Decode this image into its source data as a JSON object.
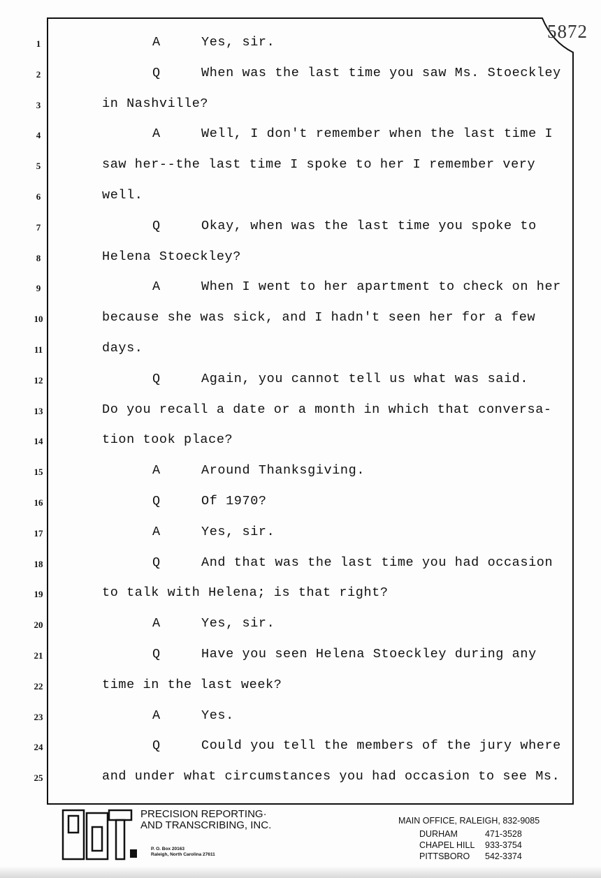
{
  "page_number": "5872",
  "lines": [
    {
      "n": "1",
      "speaker": "A",
      "text": "Yes, sir."
    },
    {
      "n": "2",
      "speaker": "Q",
      "text": "When was the last time you saw Ms. Stoeckley"
    },
    {
      "n": "3",
      "speaker": "",
      "text": "in Nashville?"
    },
    {
      "n": "4",
      "speaker": "A",
      "text": "Well, I don't remember when the last time I"
    },
    {
      "n": "5",
      "speaker": "",
      "text": "saw her--the last time I spoke to her I remember very"
    },
    {
      "n": "6",
      "speaker": "",
      "text": "well."
    },
    {
      "n": "7",
      "speaker": "Q",
      "text": "Okay, when was the last time you spoke to"
    },
    {
      "n": "8",
      "speaker": "",
      "text": "Helena Stoeckley?"
    },
    {
      "n": "9",
      "speaker": "A",
      "text": "When I went to her apartment to check on her"
    },
    {
      "n": "10",
      "speaker": "",
      "text": "because she was sick, and I hadn't seen her for a few"
    },
    {
      "n": "11",
      "speaker": "",
      "text": "days."
    },
    {
      "n": "12",
      "speaker": "Q",
      "text": "Again, you cannot tell us what was said."
    },
    {
      "n": "13",
      "speaker": "",
      "text": "Do you recall a date or a month in which that conversa-"
    },
    {
      "n": "14",
      "speaker": "",
      "text": "tion took place?"
    },
    {
      "n": "15",
      "speaker": "A",
      "text": "Around Thanksgiving."
    },
    {
      "n": "16",
      "speaker": "Q",
      "text": "Of 1970?"
    },
    {
      "n": "17",
      "speaker": "A",
      "text": "Yes, sir."
    },
    {
      "n": "18",
      "speaker": "Q",
      "text": "And that was the last time you had occasion"
    },
    {
      "n": "19",
      "speaker": "",
      "text": "to talk with Helena; is that right?"
    },
    {
      "n": "20",
      "speaker": "A",
      "text": "Yes, sir."
    },
    {
      "n": "21",
      "speaker": "Q",
      "text": "Have you seen Helena Stoeckley during any"
    },
    {
      "n": "22",
      "speaker": "",
      "text": "time in the last week?"
    },
    {
      "n": "23",
      "speaker": "A",
      "text": "Yes."
    },
    {
      "n": "24",
      "speaker": "Q",
      "text": "Could you tell the members of the jury where"
    },
    {
      "n": "25",
      "speaker": "",
      "text": "and under what circumstances you had occasion to see Ms."
    }
  ],
  "footer": {
    "logo_text": "P&T.",
    "firm_line1": "PRECISION REPORTING·",
    "firm_line2": "AND TRANSCRIBING, INC.",
    "po_box": "P. O. Box 20163",
    "city": "Raleigh, North Carolina  27611",
    "main_office": "MAIN OFFICE, RALEIGH, 832-9085",
    "branches": [
      {
        "city": "DURHAM",
        "phone": "471-3528"
      },
      {
        "city": "CHAPEL HILL",
        "phone": "933-3754"
      },
      {
        "city": "PITTSBORO",
        "phone": "542-3374"
      }
    ]
  }
}
